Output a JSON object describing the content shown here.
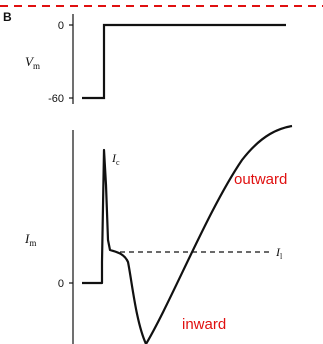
{
  "panel": {
    "letter": "B"
  },
  "voltage_trace": {
    "axis_label_main": "V",
    "axis_label_sub": "m",
    "tick_top": "0",
    "tick_bottom": "-60"
  },
  "current_trace": {
    "axis_label_main": "I",
    "axis_label_sub": "m",
    "tick_zero": "0",
    "capacitive_label_main": "I",
    "capacitive_label_sub": "c",
    "leak_label_main": "I",
    "leak_label_sub": "l",
    "outward_label": "outward",
    "inward_label": "inward"
  },
  "colors": {
    "annotation": "#e01010",
    "trace": "#111111",
    "divider": "#e01010"
  }
}
